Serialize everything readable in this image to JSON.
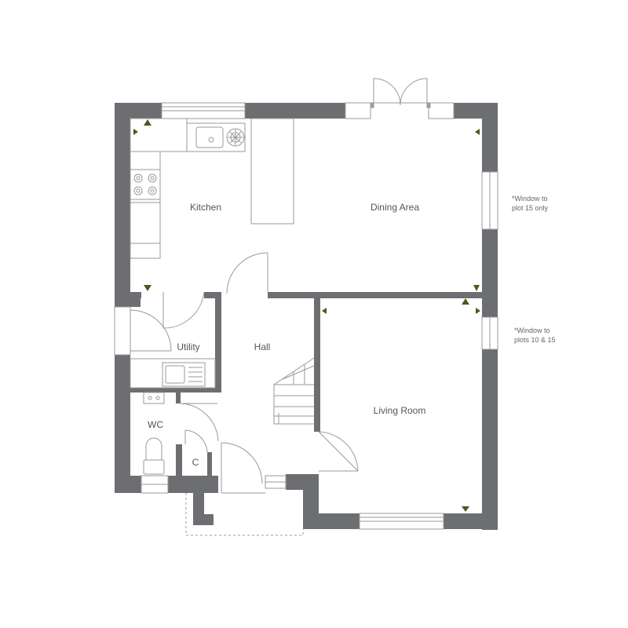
{
  "colors": {
    "wall": "#6d6e71",
    "line": "#9a9a9a",
    "marker": "#4a5a1e",
    "label": "#555555"
  },
  "rooms": {
    "kitchen": "Kitchen",
    "dining": "Dining Area",
    "utility": "Utility",
    "hall": "Hall",
    "living": "Living Room",
    "wc": "WC",
    "cupboard": "C"
  },
  "notes": {
    "window_plot15_line1": "*Window to",
    "window_plot15_line2": "plot 15 only",
    "window_plots_line1": "*Window to",
    "window_plots_line2": "plots 10 & 15"
  },
  "icons": [
    "sink-icon",
    "hob-icon",
    "toilet-icon",
    "basin-icon",
    "stairs-icon",
    "door-icon",
    "window-icon",
    "light-marker-icon"
  ]
}
